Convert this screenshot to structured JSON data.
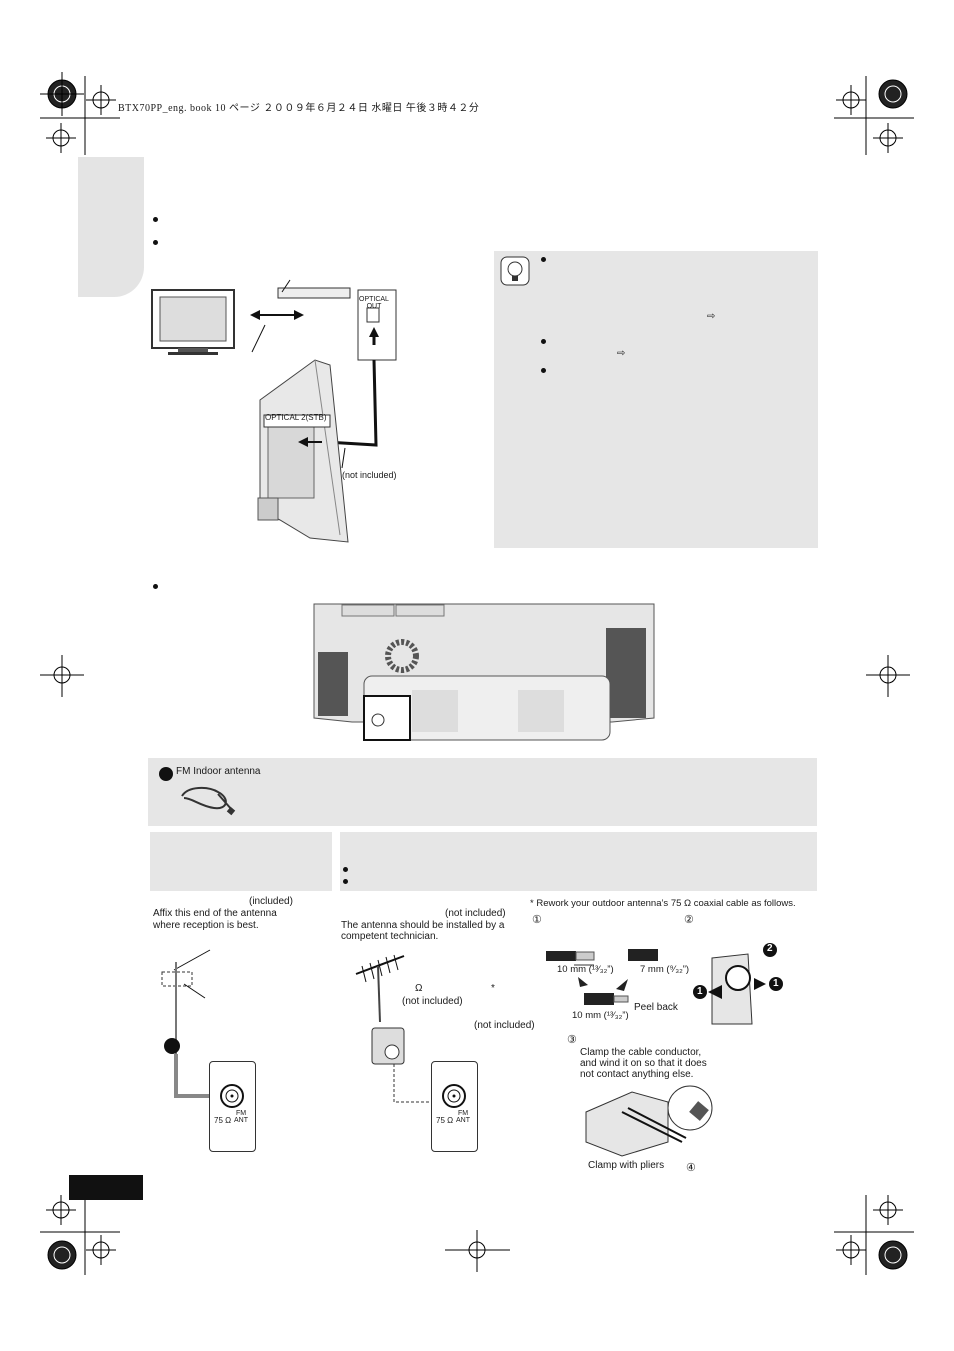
{
  "header": {
    "book_line": "BTX70PP_eng. book  10 ページ  ２００９年６月２４日  水曜日  午後３時４２分"
  },
  "optical_section": {
    "optical_out_label": "OPTICAL\nOUT",
    "optical_in_label": "OPTICAL 2(STB)",
    "cable_note": "(not included)"
  },
  "tip_box": {
    "arrow_1": "⇨",
    "arrow_2": "⇨"
  },
  "antenna_kit": {
    "label": "FM Indoor antenna"
  },
  "indoor_antenna": {
    "included_note": "(included)",
    "affix_note": "Affix this end of the antenna\nwhere reception is best.",
    "jack_ohm": "75 Ω",
    "jack_label": "FM\nANT"
  },
  "outdoor_antenna": {
    "not_included_1": "(not included)",
    "installer_note": "The antenna should be installed by a\ncompetent technician.",
    "ohm_symbol": "Ω",
    "asterisk": "*",
    "not_included_2": "(not included)",
    "not_included_3": "(not included)",
    "jack_ohm": "75 Ω",
    "jack_label": "FM\nANT"
  },
  "rework": {
    "note": "* Rework your outdoor antenna’s 75 Ω coaxial cable  as follows.",
    "step_1": "①",
    "step_2": "②",
    "step_3": "③",
    "step_4": "④",
    "dim_1": "10 mm (¹³⁄₃₂”)",
    "dim_2": "7 mm (⁹⁄₃₂”)",
    "dim_3": "10 mm (¹³⁄₃₂”)",
    "peel_back": "Peel back",
    "clamp_text": "Clamp the cable conductor,\nand wind it on so that it does\nnot contact anything else.",
    "clamp_pliers": "Clamp with pliers",
    "num_1": "1",
    "num_2": "2"
  }
}
